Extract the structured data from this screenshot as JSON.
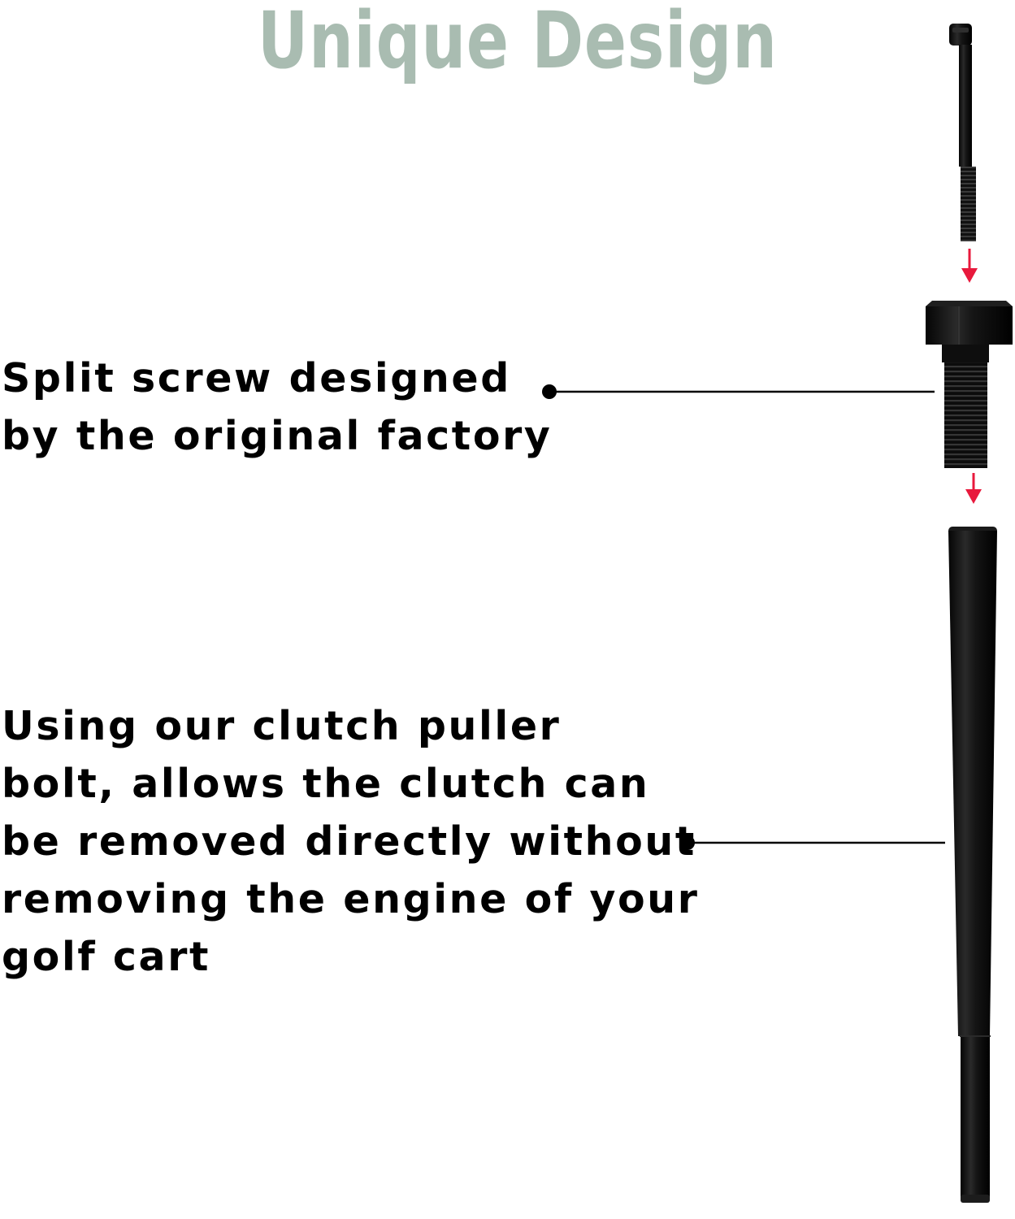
{
  "title": {
    "text": "Unique Design",
    "color": "#a9bcb1"
  },
  "callouts": [
    {
      "lines": [
        "Split screw designed",
        "by the original factory"
      ]
    },
    {
      "lines": [
        "Using our clutch puller",
        "bolt, allows the clutch can",
        "be removed directly without",
        "removing the engine of your",
        "golf cart"
      ]
    }
  ],
  "colors": {
    "text": "#000000",
    "arrow": "#e8193c",
    "tool": "#111111"
  },
  "components": [
    "long-bolt",
    "split-screw",
    "puller-rod"
  ]
}
